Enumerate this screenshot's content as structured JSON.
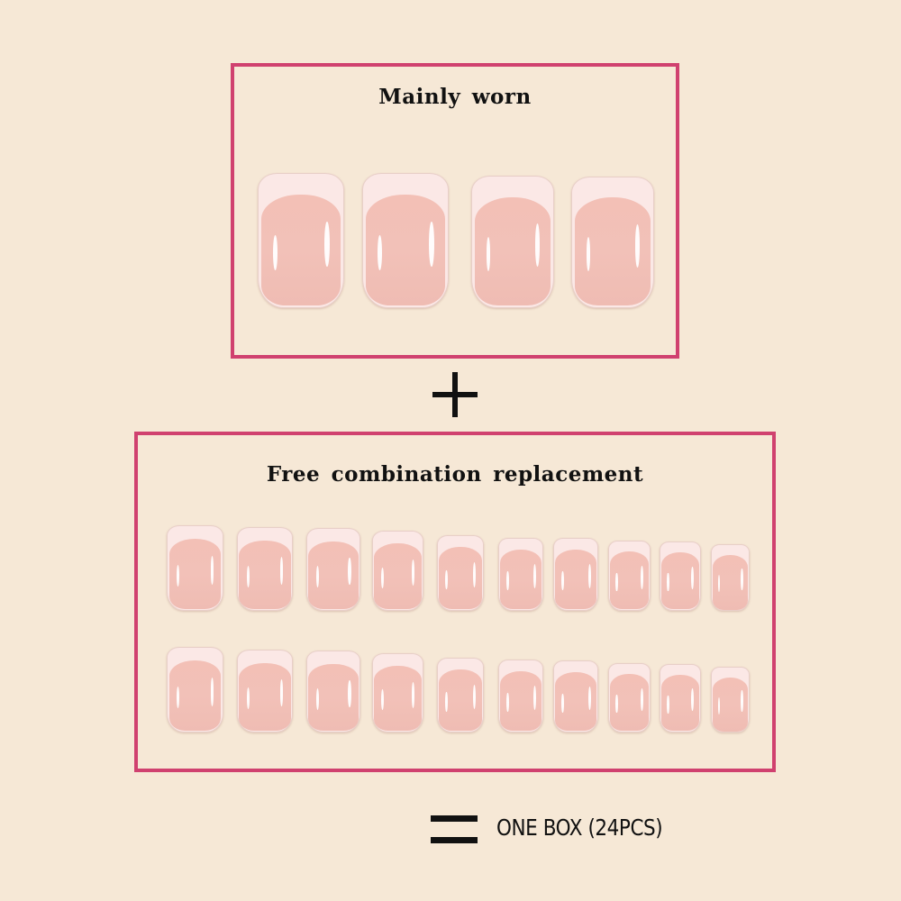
{
  "colors": {
    "background": "#f6e8d6",
    "frame_border": "#d0416f",
    "nail_tip": "#fbe8e6",
    "nail_bed": "#f2c1b8",
    "text": "#111111"
  },
  "top_section": {
    "title": "Mainly worn",
    "nail_count": 4
  },
  "operator_plus": "+",
  "bottom_section": {
    "title": "Free combination replacement",
    "rows": 2,
    "nails_per_row": 10,
    "nail_count": 20
  },
  "summary": {
    "operator": "=",
    "text": "ONE BOX (24PCS)"
  }
}
